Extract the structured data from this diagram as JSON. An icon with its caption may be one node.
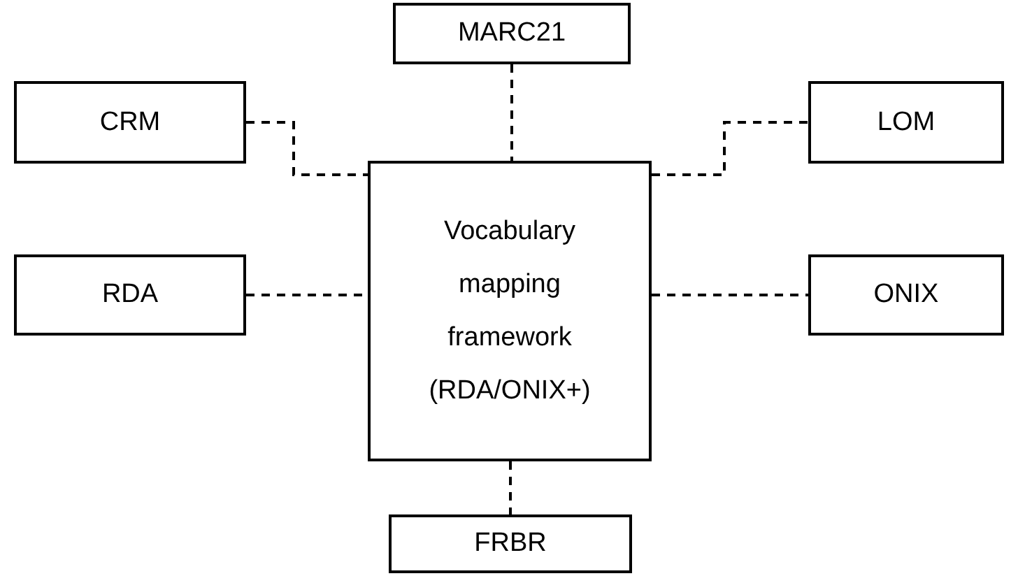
{
  "diagram": {
    "nodes": [
      {
        "text": [
          "MARC21"
        ]
      },
      {
        "text": [
          "CRM"
        ]
      },
      {
        "text": [
          "LOM"
        ]
      },
      {
        "text": [
          "Vocabulary mapping framework (RDA/ONIX+)"
        ]
      },
      {
        "text": [
          "RDA"
        ]
      },
      {
        "text": [
          "ONIX"
        ]
      },
      {
        "text": [
          "FRBR"
        ]
      }
    ],
    "edges": [
      {
        "from": 1,
        "to": 3,
        "arrow": "none",
        "style": "dashed"
      },
      {
        "from": 0,
        "to": 3,
        "arrow": "none",
        "style": "dashed"
      },
      {
        "from": 3,
        "to": 2,
        "arrow": "none",
        "style": "dashed"
      },
      {
        "from": 4,
        "to": 3,
        "arrow": "none",
        "style": "dashed"
      },
      {
        "from": 3,
        "to": 5,
        "arrow": "none",
        "style": "dashed"
      },
      {
        "from": 3,
        "to": 6,
        "arrow": "none",
        "style": "dashed"
      }
    ]
  }
}
